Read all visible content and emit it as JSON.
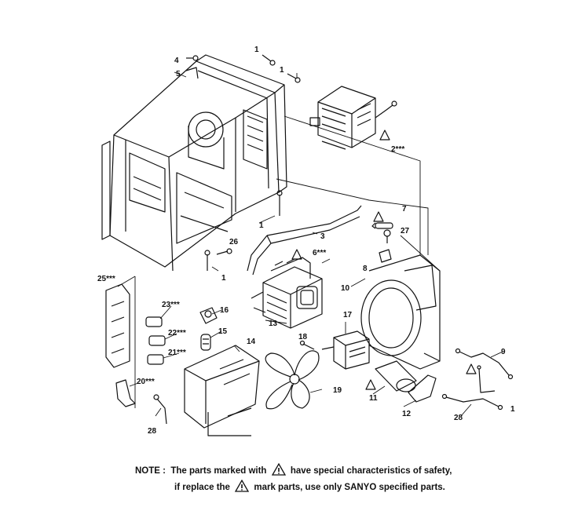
{
  "labels": {
    "p1a": "1",
    "p1b": "1",
    "p1c": "1",
    "p1d": "1",
    "p1e": "1",
    "p2": "2***",
    "p3": "3",
    "p4": "4",
    "p5": "5",
    "p6": "6***",
    "p7": "7",
    "p8": "8",
    "p9": "9",
    "p10": "10",
    "p11": "11",
    "p12": "12",
    "p13": "13",
    "p14": "14",
    "p15": "15",
    "p16": "16",
    "p17": "17",
    "p18": "18",
    "p19": "19",
    "p20": "20***",
    "p21": "21***",
    "p22": "22***",
    "p23": "23***",
    "p25": "25***",
    "p26": "26",
    "p27": "27",
    "p28a": "28",
    "p28b": "28"
  },
  "note": {
    "prefix": "NOTE :",
    "line1_a": "The parts marked with",
    "line1_b": "have special characteristics of safety,",
    "line2_a": "if replace the",
    "line2_b": "mark parts, use only SANYO specified parts."
  }
}
